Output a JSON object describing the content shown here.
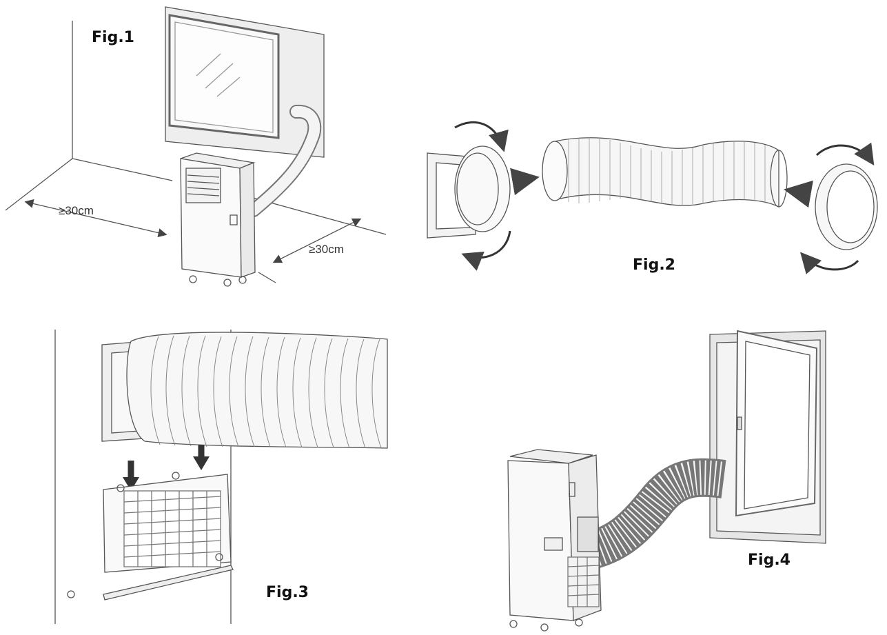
{
  "figures": {
    "fig1": {
      "label": "Fig.1",
      "dim_left": "≥30cm",
      "dim_right": "≥30cm"
    },
    "fig2": {
      "label": "Fig.2"
    },
    "fig3": {
      "label": "Fig.3"
    },
    "fig4": {
      "label": "Fig.4"
    }
  },
  "colors": {
    "line": "#4a4a4a",
    "arrow": "#3a3a3a",
    "hose_fill": "#f4f4f4",
    "frame": "#e2e2e2"
  }
}
